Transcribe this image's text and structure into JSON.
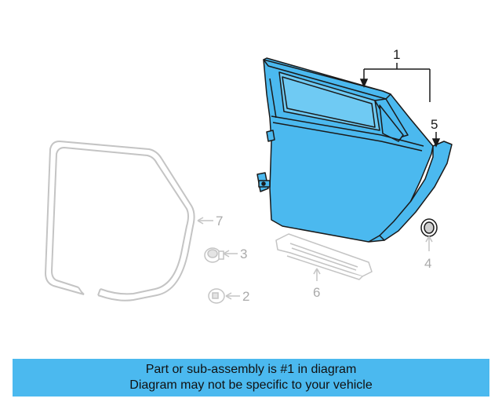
{
  "callouts": {
    "part_1": "1",
    "part_2": "2",
    "part_3": "3",
    "part_4": "4",
    "part_5": "5",
    "part_6": "6",
    "part_7": "7"
  },
  "caption": {
    "line1": "Part or sub-assembly is #1 in diagram",
    "line2": "Diagram may not be specific to your vehicle"
  },
  "colors": {
    "highlight": "#4bb9ef",
    "outline": "#1a1a1a",
    "ghost": "#c4c4c4",
    "caption_bg": "#4bb9ef"
  }
}
